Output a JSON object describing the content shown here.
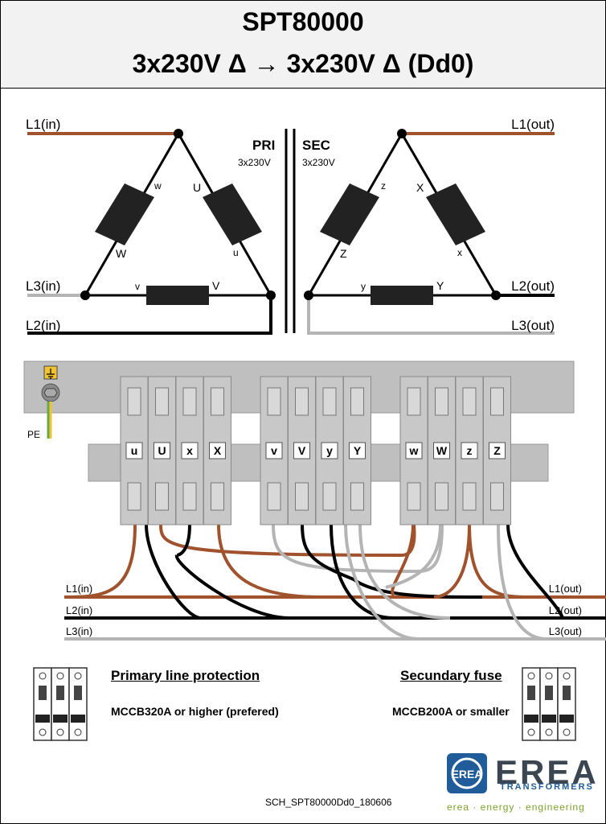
{
  "header": {
    "model": "SPT80000",
    "voltage": "3x230V Δ → 3x230V Δ  (Dd0)"
  },
  "schematic": {
    "primary": {
      "label": "PRI",
      "voltage": "3x230V"
    },
    "secondary": {
      "label": "SEC",
      "voltage": "3x230V"
    },
    "lines_in": [
      "L1(in)",
      "L3(in)",
      "L2(in)"
    ],
    "lines_out": [
      "L1(out)",
      "L2(out)",
      "L3(out)"
    ],
    "primary_windings": {
      "left_top": "w",
      "left_bottom": "W",
      "right_top": "U",
      "right_bottom": "u",
      "bottom_left": "v",
      "bottom_right": "V"
    },
    "secondary_windings": {
      "left_top": "z",
      "left_bottom": "Z",
      "right_top": "X",
      "right_bottom": "x",
      "bottom_left": "y",
      "bottom_right": "Y"
    }
  },
  "terminal_block": {
    "pe_label": "PE",
    "group1": [
      "u",
      "U",
      "x",
      "X"
    ],
    "group2": [
      "v",
      "V",
      "y",
      "Y"
    ],
    "group3": [
      "w",
      "W",
      "z",
      "Z"
    ]
  },
  "wiring": {
    "in": [
      "L1(in)",
      "L2(in)",
      "L3(in)"
    ],
    "out": [
      "L1(out)",
      "L2(out)",
      "L3(out)"
    ]
  },
  "protection": {
    "primary_title": "Primary line protection",
    "primary_text": "MCCB320A or higher (prefered)",
    "secondary_title": "Secundary fuse",
    "secondary_text": "MCCB200A or smaller"
  },
  "footer": {
    "reference": "SCH_SPT80000Dd0_180606",
    "brand": "EREA",
    "brand_sub": "TRANSFORMERS",
    "tagline": "erea · energy · engineering"
  },
  "colors": {
    "brown": "#a0522d",
    "black": "#000000",
    "grey": "#b4b4b4",
    "pe_green": "#6aa84f",
    "pe_yellow": "#f1c232",
    "busbar": "#bfbfbf",
    "terminal": "#c8c8c8",
    "logo_blue": "#1f5c99"
  }
}
